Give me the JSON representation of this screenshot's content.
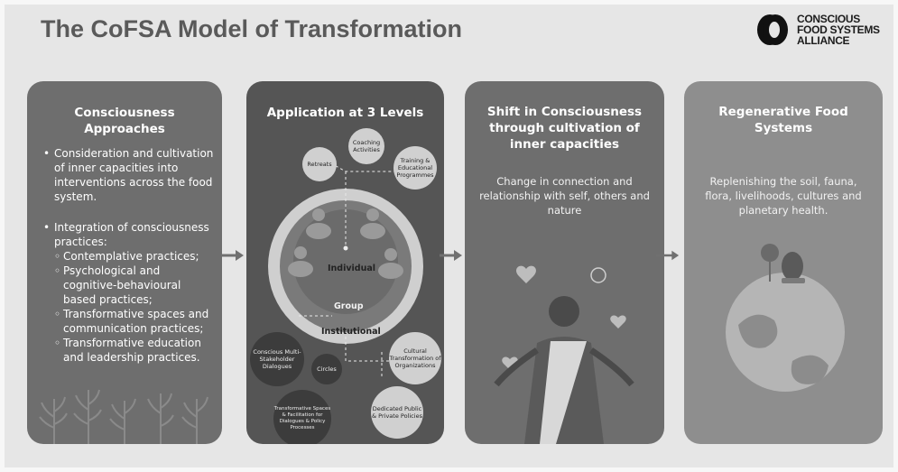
{
  "title": "The CoFSA Model of Transformation",
  "logo": {
    "lines": [
      "CONSCIOUS",
      "FOOD SYSTEMS",
      "ALLIANCE"
    ]
  },
  "panels": {
    "consciousness": {
      "title": "Consciousness Approaches",
      "bullets": [
        {
          "text": "Consideration and cultivation of inner capacities into interventions across the food system."
        },
        {
          "text": "Integration of consciousness practices:"
        }
      ],
      "sub_bullets": [
        "Contemplative practices;",
        "Psychological and cognitive-behavioural based practices;",
        "Transformative spaces and communication practices;",
        "Transformative education and leadership practices."
      ]
    },
    "application": {
      "title": "Application at 3 Levels",
      "nodes": {
        "retreats": "Retreats",
        "coaching": "Coaching Activities",
        "training": "Training & Educational Programmes",
        "multi": "Conscious Multi-Stakeholder Dialogues",
        "circles": "Circles",
        "spaces": "Transformative Spaces & Facilitation for Dialogues & Policy Processes",
        "cultural": "Cultural Transformation of Organizations",
        "policies": "Dedicated Public & Private Policies"
      },
      "levels": {
        "individual": "Individual",
        "group": "Group",
        "institutional": "Institutional"
      }
    },
    "shift": {
      "title": "Shift in Consciousness through cultivation of inner capacities",
      "text": "Change in connection and relationship with self, others and nature"
    },
    "regenerative": {
      "title": "Regenerative Food Systems",
      "text": "Replenishing the soil, fauna, flora, livelihoods, cultures and planetary health."
    }
  },
  "colors": {
    "background": "#e6e6e6",
    "panel_dark": "#555555",
    "panel_mid": "#6e6e6e",
    "panel_light": "#8e8e8e",
    "title": "#5a5a5a"
  }
}
